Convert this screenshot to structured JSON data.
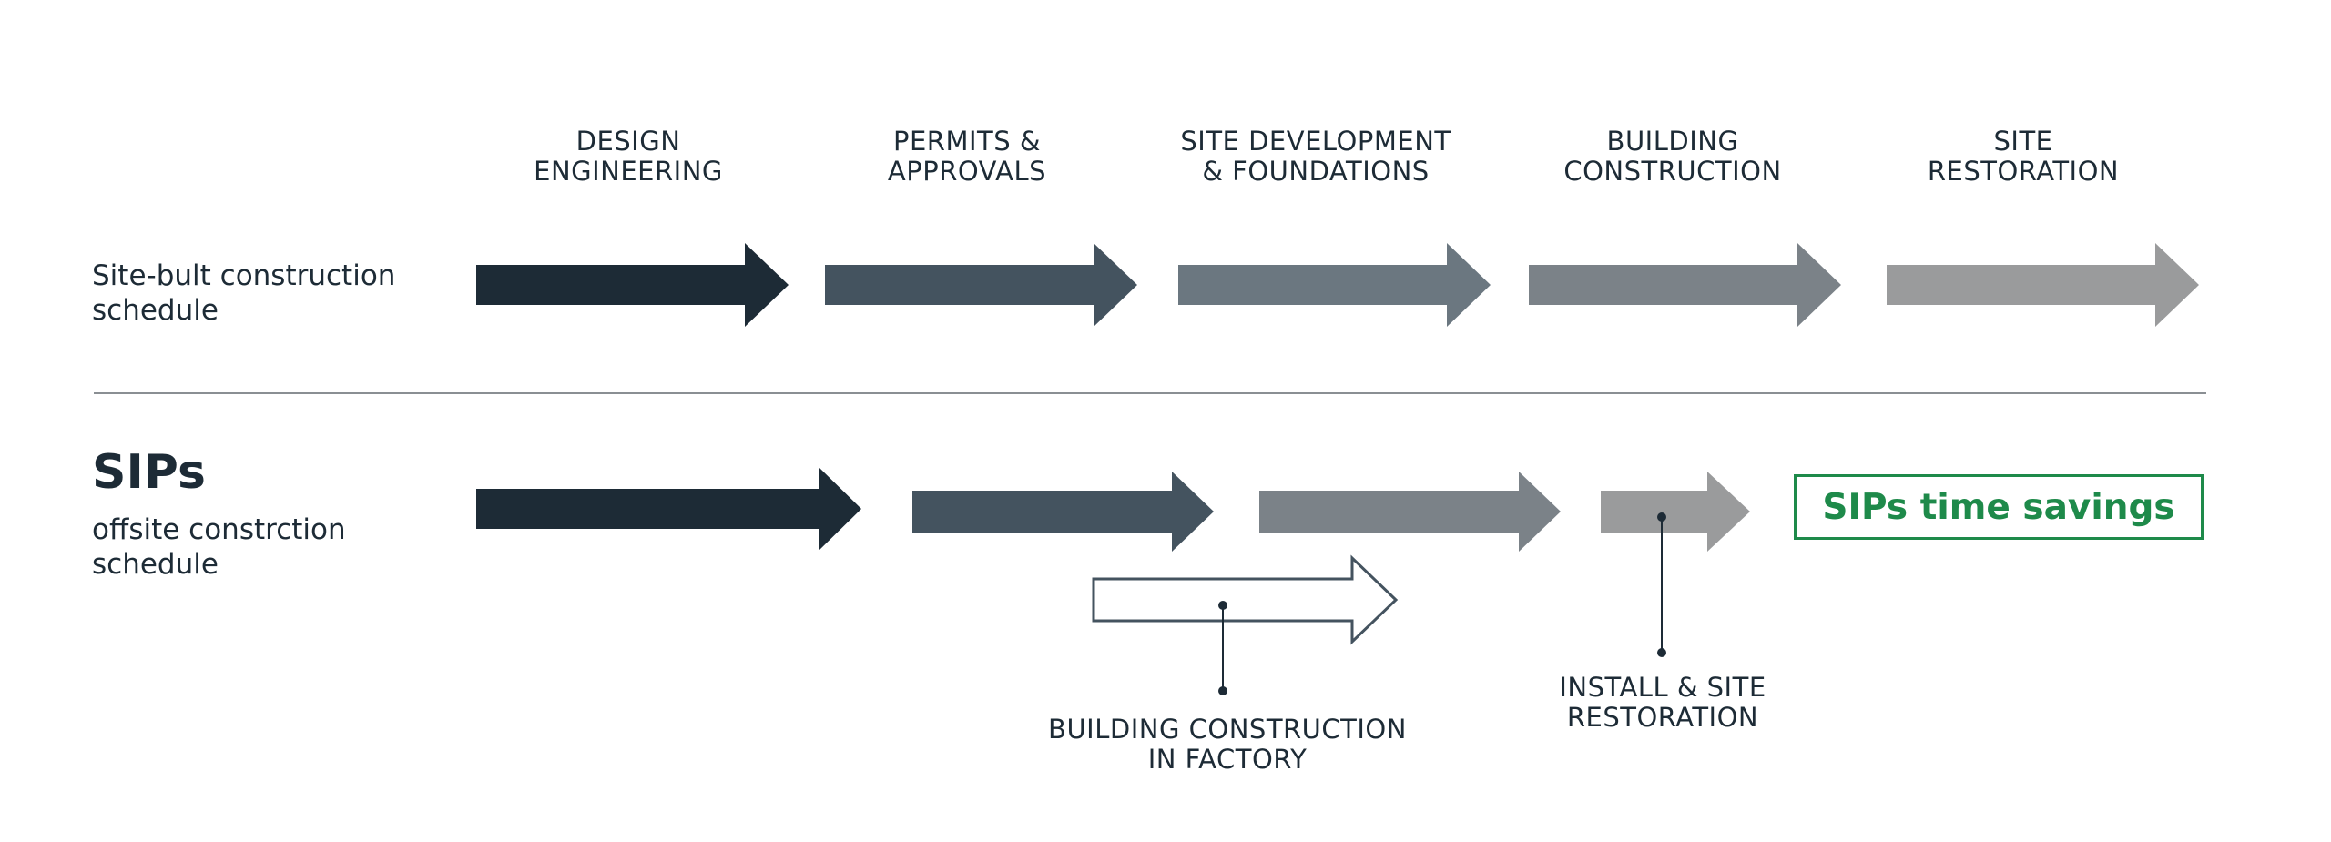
{
  "phases": [
    {
      "label": "DESIGN\nENGINEERING"
    },
    {
      "label": "PERMITS &\nAPPROVALS"
    },
    {
      "label": "SITE DEVELOPMENT\n& FOUNDATIONS"
    },
    {
      "label": "BUILDING\nCONSTRUCTION"
    },
    {
      "label": "SITE\nRESTORATION"
    }
  ],
  "site_built": {
    "label": "Site-bult construction\nschedule",
    "arrow_colors": [
      "#1d2b36",
      "#44535f",
      "#6b7780",
      "#7b8288",
      "#9a9b9c"
    ]
  },
  "sips": {
    "title": "SIPs",
    "subtitle": "offsite constrction\nschedule",
    "arrow_colors": [
      "#1d2b36",
      "#44535f",
      "#7b8288",
      "#9a9b9c"
    ],
    "factory_arrow_stroke": "#44535f",
    "callouts": {
      "factory": "BUILDING CONSTRUCTION\nIN FACTORY",
      "install": "INSTALL & SITE\nRESTORATION"
    },
    "savings_label": "SIPs time savings",
    "savings_color": "#1e8a4a"
  },
  "divider_color": "#8a8f93"
}
